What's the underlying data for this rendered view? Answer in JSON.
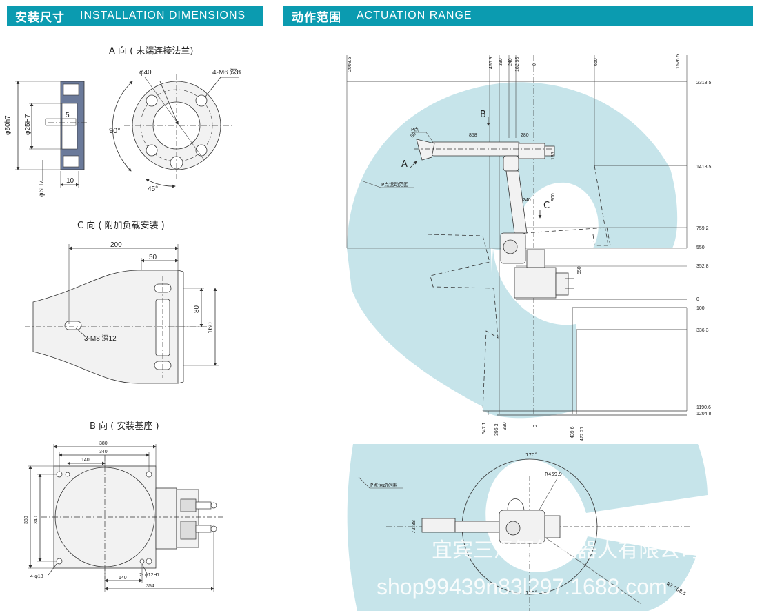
{
  "header_left": {
    "cn": "安装尺寸",
    "en": "INSTALLATION DIMENSIONS"
  },
  "header_right": {
    "cn": "动作范围",
    "en": "ACTUATION RANGE"
  },
  "view_a": {
    "title": "A 向 ( 末端连接法兰)",
    "d50": "φ50h7",
    "d25": "φ25H7",
    "d6": "φ6H7",
    "w10": "10",
    "w5": "5",
    "d40": "φ40",
    "m6": "4-M6 深8",
    "a90": "90°",
    "a45": "45°"
  },
  "view_c": {
    "title": "C 向 ( 附加负载安装 )",
    "d200": "200",
    "d50": "50",
    "d80": "80",
    "d160": "160",
    "m8": "3-M8 深12"
  },
  "view_b": {
    "title": "B 向 ( 安装基座 )",
    "d380t": "380",
    "d340t": "340",
    "d140t": "140",
    "d380l": "380",
    "d340l": "340",
    "d18": "4-φ18",
    "d12": "2- φ12H7",
    "d140b": "140",
    "d354": "354"
  },
  "range": {
    "top_x": [
      "2008.5",
      "456.9",
      "330",
      "240",
      "182.96",
      "0",
      "660",
      "1526.5"
    ],
    "bottom_x": [
      "547.1",
      "396.3",
      "330",
      "0",
      "439.6",
      "472.27"
    ],
    "right_y": [
      "2318.5",
      "1418.5",
      "759.2",
      "550",
      "352.8",
      "0",
      "100",
      "336.3",
      "1190.6",
      "1204.8"
    ],
    "p_point": "P点",
    "p_range": "P点运动范围",
    "label_a": "A",
    "label_b": "B",
    "label_c": "C",
    "d858": "858",
    "d280": "280",
    "d135": "135",
    "d240": "240",
    "d900": "900",
    "d550": "550",
    "d80": "80"
  },
  "top_view": {
    "p_range": "P点运动范围",
    "a170_top": "170°",
    "a170_bot": "170°",
    "r459": "R459.9",
    "r2008": "R2 008.5",
    "d72": "72.88"
  },
  "watermark": {
    "company": "宜宾三泽智能机器人有限公司",
    "shop": "shop99439n83l297.1688.com"
  },
  "colors": {
    "header": "#0b9bb0",
    "range_fill": "#c6e4ea"
  }
}
